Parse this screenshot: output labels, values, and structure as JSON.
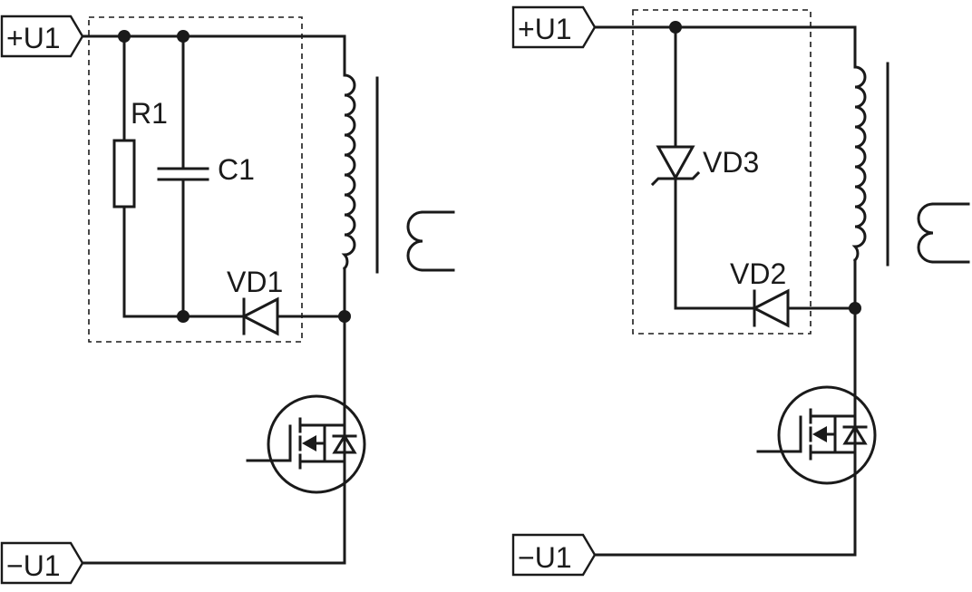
{
  "left_circuit": {
    "plus_terminal": "+U1",
    "minus_terminal": "−U1",
    "resistor": "R1",
    "capacitor": "C1",
    "diode": "VD1"
  },
  "right_circuit": {
    "plus_terminal": "+U1",
    "minus_terminal": "−U1",
    "zener_diode": "VD3",
    "diode": "VD2"
  },
  "colors": {
    "ink": "#1a1a1a",
    "background": "#ffffff"
  }
}
